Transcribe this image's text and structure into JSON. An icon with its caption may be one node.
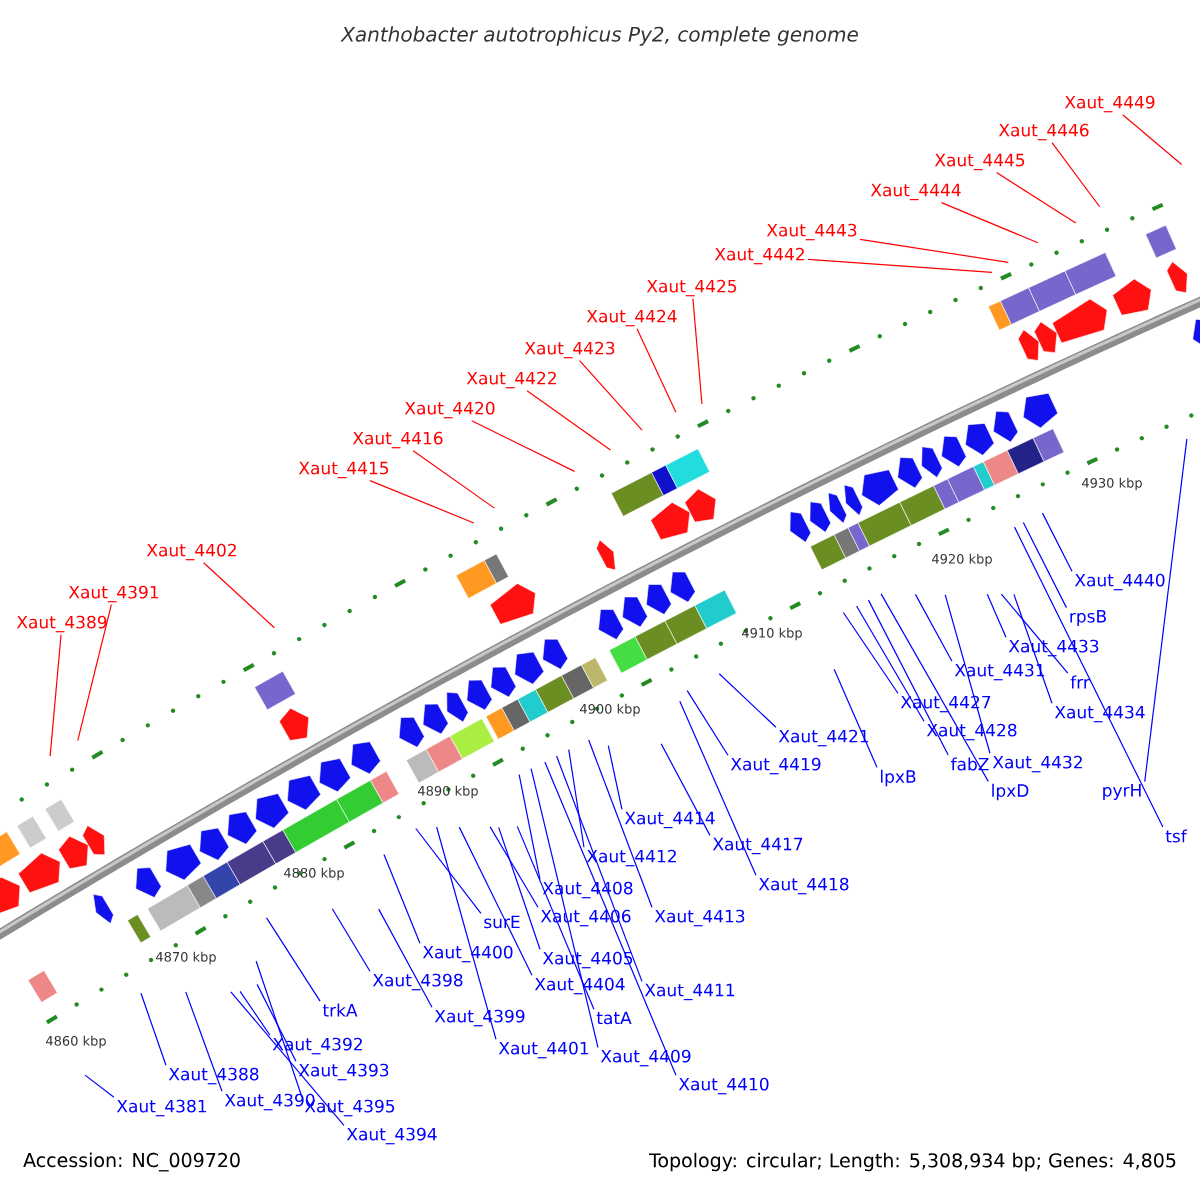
{
  "diagram": {
    "title": "Xanthobacter autotrophicus Py2, complete genome",
    "nodes": [
      {
        "text": [
          "Xaut_4449"
        ]
      },
      {
        "text": [
          "Xaut_4446"
        ]
      },
      {
        "text": [
          "Xaut_4445"
        ]
      },
      {
        "text": [
          "Xaut_4444"
        ]
      },
      {
        "text": [
          "Xaut_4443"
        ]
      },
      {
        "text": [
          "Xaut_4442"
        ]
      },
      {
        "text": [
          "Xaut_4425"
        ]
      },
      {
        "text": [
          "Xaut_4424"
        ]
      },
      {
        "text": [
          "Xaut_4423"
        ]
      },
      {
        "text": [
          "Xaut_4422"
        ]
      },
      {
        "text": [
          "Xaut_4420"
        ]
      },
      {
        "text": [
          "Xaut_4416"
        ]
      },
      {
        "text": [
          "Xaut_4415"
        ]
      },
      {
        "text": [
          "Xaut_4402"
        ]
      },
      {
        "text": [
          "Xaut_4391"
        ]
      },
      {
        "text": [
          "Xaut_4389"
        ]
      },
      {
        "text": [
          "Xaut_4381"
        ]
      },
      {
        "text": [
          "Xaut_4388"
        ]
      },
      {
        "text": [
          "Xaut_4390"
        ]
      },
      {
        "text": [
          "Xaut_4394"
        ]
      },
      {
        "text": [
          "Xaut_4392"
        ]
      },
      {
        "text": [
          "Xaut_4393"
        ]
      },
      {
        "text": [
          "Xaut_4395"
        ]
      },
      {
        "text": [
          "trkA"
        ]
      },
      {
        "text": [
          "Xaut_4398"
        ]
      },
      {
        "text": [
          "Xaut_4399"
        ]
      },
      {
        "text": [
          "Xaut_4400"
        ]
      },
      {
        "text": [
          "surE"
        ]
      },
      {
        "text": [
          "Xaut_4401"
        ]
      },
      {
        "text": [
          "Xaut_4404"
        ]
      },
      {
        "text": [
          "Xaut_4406"
        ]
      },
      {
        "text": [
          "Xaut_4405"
        ]
      },
      {
        "text": [
          "tatA"
        ]
      },
      {
        "text": [
          "Xaut_4408"
        ]
      },
      {
        "text": [
          "Xaut_4409"
        ]
      },
      {
        "text": [
          "Xaut_4410"
        ]
      },
      {
        "text": [
          "Xaut_4411"
        ]
      },
      {
        "text": [
          "Xaut_4412"
        ]
      },
      {
        "text": [
          "Xaut_4413"
        ]
      },
      {
        "text": [
          "Xaut_4414"
        ]
      },
      {
        "text": [
          "Xaut_4417"
        ]
      },
      {
        "text": [
          "Xaut_4418"
        ]
      },
      {
        "text": [
          "Xaut_4419"
        ]
      },
      {
        "text": [
          "Xaut_4421"
        ]
      },
      {
        "text": [
          "lpxB"
        ]
      },
      {
        "text": [
          "Xaut_4427"
        ]
      },
      {
        "text": [
          "Xaut_4428"
        ]
      },
      {
        "text": [
          "fabZ"
        ]
      },
      {
        "text": [
          "lpxD"
        ]
      },
      {
        "text": [
          "Xaut_4431"
        ]
      },
      {
        "text": [
          "Xaut_4432"
        ]
      },
      {
        "text": [
          "Xaut_4433"
        ]
      },
      {
        "text": [
          "frr"
        ]
      },
      {
        "text": [
          "Xaut_4434"
        ]
      },
      {
        "text": [
          "pyrH"
        ]
      },
      {
        "text": [
          "tsf"
        ]
      },
      {
        "text": [
          "rpsB"
        ]
      },
      {
        "text": [
          "Xaut_4440"
        ]
      }
    ],
    "edges": [
      {
        "from": 0,
        "to": null,
        "arrow": "none",
        "color": "#ff0000"
      },
      {
        "from": 1,
        "to": null,
        "arrow": "none",
        "color": "#ff0000"
      },
      {
        "from": 2,
        "to": null,
        "arrow": "none",
        "color": "#ff0000"
      },
      {
        "from": 3,
        "to": null,
        "arrow": "none",
        "color": "#ff0000"
      },
      {
        "from": 4,
        "to": null,
        "arrow": "none",
        "color": "#ff0000"
      },
      {
        "from": 5,
        "to": null,
        "arrow": "none",
        "color": "#ff0000"
      },
      {
        "from": 6,
        "to": null,
        "arrow": "none",
        "color": "#ff0000"
      },
      {
        "from": 7,
        "to": null,
        "arrow": "none",
        "color": "#ff0000"
      },
      {
        "from": 8,
        "to": null,
        "arrow": "none",
        "color": "#ff0000"
      },
      {
        "from": 9,
        "to": null,
        "arrow": "none",
        "color": "#ff0000"
      },
      {
        "from": 10,
        "to": null,
        "arrow": "none",
        "color": "#ff0000"
      },
      {
        "from": 11,
        "to": null,
        "arrow": "none",
        "color": "#ff0000"
      },
      {
        "from": 12,
        "to": null,
        "arrow": "none",
        "color": "#ff0000"
      },
      {
        "from": 13,
        "to": null,
        "arrow": "none",
        "color": "#ff0000"
      },
      {
        "from": 14,
        "to": null,
        "arrow": "none",
        "color": "#ff0000"
      },
      {
        "from": 15,
        "to": null,
        "arrow": "none",
        "color": "#ff0000"
      },
      {
        "from": 16,
        "to": null,
        "arrow": "none"
      },
      {
        "from": 17,
        "to": null,
        "arrow": "none"
      },
      {
        "from": 18,
        "to": null,
        "arrow": "none"
      },
      {
        "from": 19,
        "to": null,
        "arrow": "none"
      },
      {
        "from": 20,
        "to": null,
        "arrow": "none"
      },
      {
        "from": 21,
        "to": null,
        "arrow": "none"
      },
      {
        "from": 22,
        "to": null,
        "arrow": "none"
      },
      {
        "from": 23,
        "to": null,
        "arrow": "none"
      },
      {
        "from": 24,
        "to": null,
        "arrow": "none"
      },
      {
        "from": 25,
        "to": null,
        "arrow": "none"
      },
      {
        "from": 26,
        "to": null,
        "arrow": "none"
      },
      {
        "from": 27,
        "to": null,
        "arrow": "none"
      },
      {
        "from": 28,
        "to": null,
        "arrow": "none"
      },
      {
        "from": 29,
        "to": null,
        "arrow": "none"
      },
      {
        "from": 30,
        "to": null,
        "arrow": "none"
      },
      {
        "from": 31,
        "to": null,
        "arrow": "none"
      },
      {
        "from": 32,
        "to": null,
        "arrow": "none"
      },
      {
        "from": 33,
        "to": null,
        "arrow": "none"
      },
      {
        "from": 34,
        "to": null,
        "arrow": "none"
      },
      {
        "from": 35,
        "to": null,
        "arrow": "none"
      },
      {
        "from": 36,
        "to": null,
        "arrow": "none"
      },
      {
        "from": 37,
        "to": null,
        "arrow": "none"
      },
      {
        "from": 38,
        "to": null,
        "arrow": "none"
      },
      {
        "from": 39,
        "to": null,
        "arrow": "none"
      },
      {
        "from": 40,
        "to": null,
        "arrow": "none"
      },
      {
        "from": 41,
        "to": null,
        "arrow": "none"
      },
      {
        "from": 42,
        "to": null,
        "arrow": "none"
      },
      {
        "from": 43,
        "to": null,
        "arrow": "none"
      },
      {
        "from": 44,
        "to": null,
        "arrow": "none"
      },
      {
        "from": 45,
        "to": null,
        "arrow": "none"
      },
      {
        "from": 46,
        "to": null,
        "arrow": "none"
      },
      {
        "from": 47,
        "to": null,
        "arrow": "none"
      },
      {
        "from": 48,
        "to": null,
        "arrow": "none"
      },
      {
        "from": 49,
        "to": null,
        "arrow": "none"
      },
      {
        "from": 50,
        "to": null,
        "arrow": "none"
      },
      {
        "from": 51,
        "to": null,
        "arrow": "none"
      },
      {
        "from": 52,
        "to": null,
        "arrow": "none"
      },
      {
        "from": 53,
        "to": null,
        "arrow": "none"
      },
      {
        "from": 54,
        "to": null,
        "arrow": "none"
      },
      {
        "from": 55,
        "to": null,
        "arrow": "none"
      },
      {
        "from": 56,
        "to": null,
        "arrow": "none"
      },
      {
        "from": 57,
        "to": null,
        "arrow": "none"
      }
    ],
    "labels": [
      "4930 kbp",
      "4920 kbp",
      "4910 kbp",
      "4900 kbp",
      "4890 kbp",
      "4880 kbp",
      "4870 kbp",
      "4860 kbp",
      "Accession: NC_009720",
      "Topology: circular; Length: 5,308,934 bp; Genes: 4,805"
    ]
  }
}
